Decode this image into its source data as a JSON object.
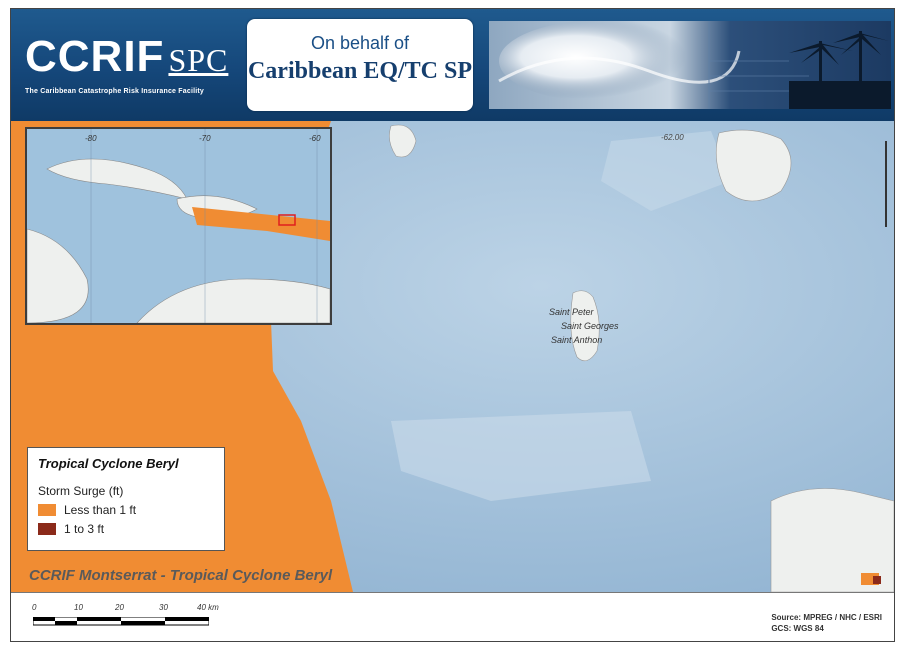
{
  "header": {
    "logo_main": "CCRIF",
    "logo_suffix": "SPC",
    "logo_tagline": "The Caribbean Catastrophe Risk Insurance Facility",
    "behalf_line1": "On behalf of",
    "behalf_line2": "Caribbean EQ/TC SP"
  },
  "map": {
    "title": "CCRIF Montserrat - Tropical Cyclone Beryl",
    "longitude_label": "-62.00",
    "places": [
      "Saint Peter",
      "Saint Georges",
      "Saint Anthon"
    ],
    "inset_longitudes": [
      "-80",
      "-70",
      "-60"
    ]
  },
  "legend": {
    "title": "Tropical Cyclone Beryl",
    "subtitle": "Storm Surge (ft)",
    "items": [
      {
        "label": "Less than 1 ft",
        "color": "#f08c33"
      },
      {
        "label": "1 to 3 ft",
        "color": "#8b2a1a"
      }
    ]
  },
  "scale_bar": {
    "labels": [
      "0",
      "10",
      "20",
      "30",
      "40 km"
    ]
  },
  "source": {
    "line1": "Source: MPREG / NHC / ESRI",
    "line2": "GCS: WGS 84"
  },
  "colors": {
    "header": "#1a4f86",
    "sea": "#9fc2dd",
    "land": "#eef0ee",
    "surge_low": "#f08c33",
    "surge_mid": "#8b2a1a"
  }
}
